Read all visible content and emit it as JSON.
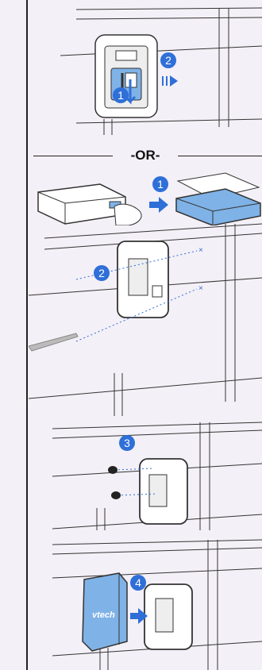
{
  "separator": {
    "label": "-OR-"
  },
  "steps": {
    "s1_a": "1",
    "s2_a": "2",
    "s1_b": "1",
    "s2_b": "2",
    "s3": "3",
    "s4": "4"
  },
  "brand": {
    "logo_text": "vtech"
  },
  "colors": {
    "accent_blue": "#2f6fd8",
    "device_blue": "#7fb2e6",
    "wall_line": "#333333",
    "background": "#f4f0f7",
    "dotted_guide": "#2f6fd8"
  }
}
